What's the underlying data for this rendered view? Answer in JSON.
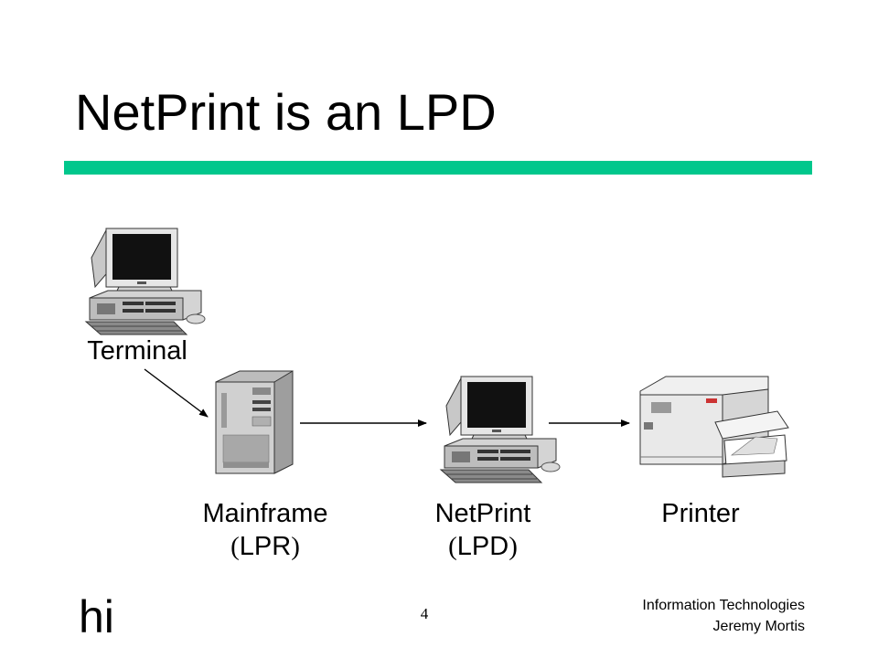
{
  "slide": {
    "title": "NetPrint is an LPD",
    "accent_color": "#00c78c",
    "page_number": "4",
    "footer_logo": "hi",
    "footer_org": "Information Technologies",
    "footer_author": "Jeremy Mortis"
  },
  "diagram": {
    "nodes": {
      "terminal": {
        "label": "Terminal",
        "icon": "desktop-computer-icon"
      },
      "mainframe": {
        "label": "Mainframe",
        "sub": "LPR",
        "icon": "server-tower-icon"
      },
      "netprint": {
        "label": "NetPrint",
        "sub": "LPD",
        "icon": "desktop-computer-icon"
      },
      "printer": {
        "label": "Printer",
        "icon": "laser-printer-icon"
      }
    },
    "edges": [
      {
        "from": "terminal",
        "to": "mainframe"
      },
      {
        "from": "mainframe",
        "to": "netprint"
      },
      {
        "from": "netprint",
        "to": "printer"
      }
    ]
  }
}
